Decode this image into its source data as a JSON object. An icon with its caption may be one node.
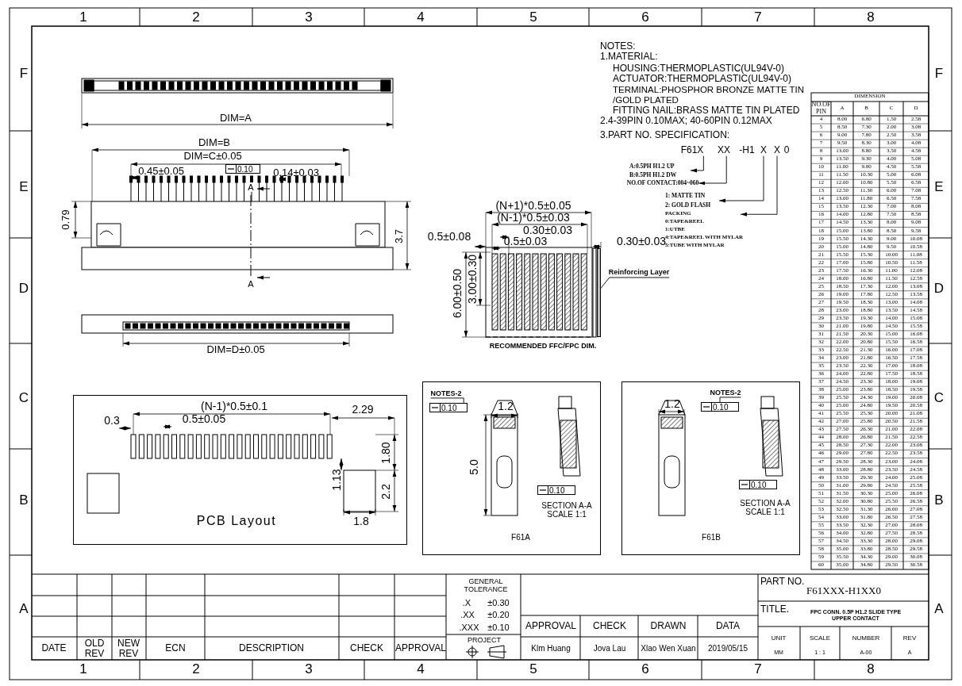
{
  "diagram": {
    "nodes": [
      {
        "text": [
          "F61X"
        ]
      },
      {
        "text": [
          "XX"
        ]
      },
      {
        "text": [
          "X"
        ]
      },
      {
        "text": [
          "X"
        ]
      },
      {
        "text": [
          "A:0.5PH H1.2 UP",
          "B:0.5PH H1.2 DW"
        ]
      },
      {
        "text": [
          "NO.OF CONTACT:004~060"
        ]
      },
      {
        "text": [
          "1: MATTE TIN",
          "2: GOLD FLASH"
        ]
      },
      {
        "text": [
          "PACKING",
          "0:TAPE&REEL",
          "1:UTBE",
          "4:TAPE&REEL WITH MYLAR",
          "5:TUBE WITH MYLAR"
        ]
      },
      {
        "text": [
          "Reinforcing Layer"
        ]
      },
      {
        "text": [],
        "shape": "bar"
      },
      {
        "text": [
          "(N-1)*0.5±0.1",
          "0.3",
          "0.5±0.05",
          "2.29",
          "1.80",
          "1.13",
          "2.2",
          "1.8",
          "PCB Layout"
        ]
      },
      {
        "text": [
          "1.2",
          "5.0",
          "SECTION A-A SCALE 1:1",
          "F61A"
        ]
      },
      {
        "text": [
          "NOTES-2"
        ],
        "in": 11
      },
      {
        "text": [
          "0.10"
        ],
        "in": 11
      },
      {
        "text": [
          "0.10"
        ],
        "in": 11
      },
      {
        "text": [
          "1.2",
          "SECTION A-A SCALE 1:1",
          "F61B"
        ]
      },
      {
        "text": [
          "NOTES-2"
        ],
        "in": 15
      },
      {
        "text": [
          "0.10"
        ],
        "in": 15
      },
      {
        "text": [
          "0.10"
        ],
        "in": 15
      },
      {
        "text": [
          "0.10"
        ]
      }
    ],
    "edges": [
      {
        "from": 0,
        "to": 4,
        "arrow": "to"
      },
      {
        "from": 1,
        "to": 5,
        "arrow": "to"
      },
      {
        "from": 2,
        "to": 6,
        "arrow": "to"
      },
      {
        "from": 3,
        "to": 7,
        "arrow": "to"
      },
      {
        "from": 8,
        "to": 9,
        "arrow": "none"
      },
      {
        "from": 12,
        "to": 13,
        "arrow": "none"
      },
      {
        "from": 16,
        "to": 17,
        "arrow": "none"
      }
    ],
    "labels": [
      "1",
      "2",
      "3",
      "4",
      "5",
      "6",
      "7",
      "8",
      "F",
      "E",
      "D",
      "C",
      "B",
      "A",
      "F",
      "E",
      "D",
      "C",
      "B",
      "A",
      "1",
      "2",
      "3",
      "4",
      "5",
      "6",
      "7",
      "8",
      "DIM=A",
      "DIM=B",
      "DIM=C±0.05",
      "0.45±0.05",
      "0.14±0.03",
      "A",
      "0.79",
      "3.7",
      "A",
      "DIM=D±0.05",
      "(N+1)*0.5±0.05",
      "(N-1)*0.5±0.03",
      "0.30±0.03",
      "0.5±0.08",
      "0.5±0.03",
      "0.30±0.03",
      "6.00±0.50",
      "3.00±0.30",
      "RECOMMENDED FFC/FPC DIM.",
      "NOTES:",
      "1.MATERIAL:",
      "HOUSING:THERMOPLASTIC(UL94V-0)",
      "ACTUATOR:THERMOPLASTIC(UL94V-0)",
      "TERMINAL:PHOSPHOR BRONZE MATTE TIN /GOLD PLATED",
      "FITTING NAIL:BRASS MATTE TIN PLATED",
      "2.4-39PIN 0.10MAX; 40-60PIN 0.12MAX",
      "3.PART NO. SPECIFICATION:",
      "-H1",
      "0",
      "DATE",
      "OLD REV",
      "NEW REV",
      "ECN",
      "DESCRIPTION",
      "CHECK",
      "APPROVAL",
      "GENERAL TOLERANCE",
      ".X",
      "±0.30",
      ".XX",
      "±0.20",
      ".XXX",
      "±0.10",
      "PROJECT",
      "APPROVAL",
      "CHECK",
      "DRAWN",
      "DATA",
      "Klm Huang",
      "Jova Lau",
      "Xlao Wen Xuan",
      "2019/05/15",
      "PART NO.",
      "F61XXX-H1XX0",
      "TITLE.",
      "FPC CONN. 0.5P H1.2 SLIDE TYPE UPPER CONTACT",
      "UNIT",
      "SCALE",
      "NUMBER",
      "REV",
      "MM",
      "1 : 1",
      "A-00",
      "A",
      "DIMENSION",
      "NO.OF PIN",
      "A",
      "B",
      "C",
      "D",
      "4",
      "8.00",
      "6.80",
      "1.50",
      "2.58",
      "5",
      "8.50",
      "7.30",
      "2.00",
      "3.08",
      "6",
      "9.00",
      "7.80",
      "2.50",
      "3.58",
      "7",
      "9.50",
      "8.30",
      "3.00",
      "4.08",
      "8",
      "13.00",
      "8.80",
      "3.50",
      "4.58",
      "9",
      "13.50",
      "9.30",
      "4.00",
      "5.08",
      "10",
      "11.00",
      "9.80",
      "4.50",
      "5.58",
      "11",
      "11.50",
      "10.30",
      "5.00",
      "6.08",
      "12",
      "12.00",
      "10.80",
      "5.50",
      "6.58",
      "13",
      "12.50",
      "11.30",
      "6.00",
      "7.08",
      "14",
      "13.00",
      "11.80",
      "6.50",
      "7.58",
      "15",
      "13.50",
      "12.30",
      "7.00",
      "8.08",
      "16",
      "14.00",
      "12.80",
      "7.50",
      "8.58",
      "17",
      "14.50",
      "13.30",
      "8.00",
      "9.08",
      "18",
      "15.00",
      "13.80",
      "8.50",
      "9.58",
      "19",
      "15.50",
      "14.30",
      "9.00",
      "10.08",
      "20",
      "15.00",
      "14.80",
      "9.50",
      "10.58",
      "21",
      "15.50",
      "15.30",
      "10.00",
      "11.08",
      "22",
      "17.00",
      "15.80",
      "10.50",
      "11.58",
      "23",
      "17.50",
      "16.30",
      "11.00",
      "12.08",
      "24",
      "18.00",
      "16.80",
      "11.50",
      "12.58",
      "25",
      "18.50",
      "17.30",
      "12.00",
      "13.08",
      "26",
      "19.00",
      "17.80",
      "12.50",
      "13.58",
      "27",
      "19.50",
      "18.30",
      "13.00",
      "14.08",
      "28",
      "23.00",
      "18.80",
      "13.50",
      "14.58",
      "29",
      "23.50",
      "19.30",
      "14.00",
      "15.08",
      "30",
      "21.00",
      "19.80",
      "14.50",
      "15.58",
      "31",
      "21.50",
      "20.30",
      "15.00",
      "16.08",
      "32",
      "22.00",
      "20.80",
      "15.50",
      "16.58",
      "33",
      "22.50",
      "21.30",
      "16.00",
      "17.08",
      "34",
      "23.00",
      "21.80",
      "16.50",
      "17.58",
      "35",
      "23.50",
      "22.30",
      "17.00",
      "18.08",
      "36",
      "24.00",
      "22.80",
      "17.50",
      "18.58",
      "37",
      "24.50",
      "23.30",
      "18.00",
      "19.08",
      "38",
      "25.00",
      "23.80",
      "18.50",
      "19.58",
      "39",
      "25.50",
      "24.30",
      "19.00",
      "20.08",
      "40",
      "25.00",
      "24.80",
      "19.50",
      "20.58",
      "41",
      "25.50",
      "25.30",
      "20.00",
      "21.08",
      "42",
      "27.00",
      "25.80",
      "20.50",
      "21.58",
      "43",
      "27.50",
      "26.30",
      "21.00",
      "22.08",
      "44",
      "28.00",
      "26.80",
      "21.50",
      "22.58",
      "45",
      "28.50",
      "27.30",
      "22.00",
      "23.08",
      "46",
      "29.00",
      "27.80",
      "22.50",
      "23.58",
      "47",
      "29.50",
      "28.30",
      "23.00",
      "24.08",
      "48",
      "33.00",
      "28.80",
      "23.50",
      "24.58",
      "49",
      "33.50",
      "29.30",
      "24.00",
      "25.08",
      "50",
      "31.00",
      "29.80",
      "24.50",
      "25.58",
      "51",
      "31.50",
      "30.30",
      "25.00",
      "26.08",
      "52",
      "32.00",
      "30.80",
      "25.50",
      "26.58",
      "53",
      "32.50",
      "31.30",
      "26.00",
      "27.08",
      "54",
      "33.00",
      "31.80",
      "26.50",
      "27.58",
      "55",
      "33.50",
      "32.30",
      "27.00",
      "28.08",
      "56",
      "34.00",
      "32.80",
      "27.50",
      "28.58",
      "57",
      "34.50",
      "33.30",
      "28.00",
      "29.08",
      "58",
      "35.00",
      "33.80",
      "28.50",
      "29.58",
      "59",
      "35.50",
      "34.30",
      "29.00",
      "30.08",
      "60",
      "35.00",
      "34.80",
      "29.50",
      "30.58"
    ]
  }
}
